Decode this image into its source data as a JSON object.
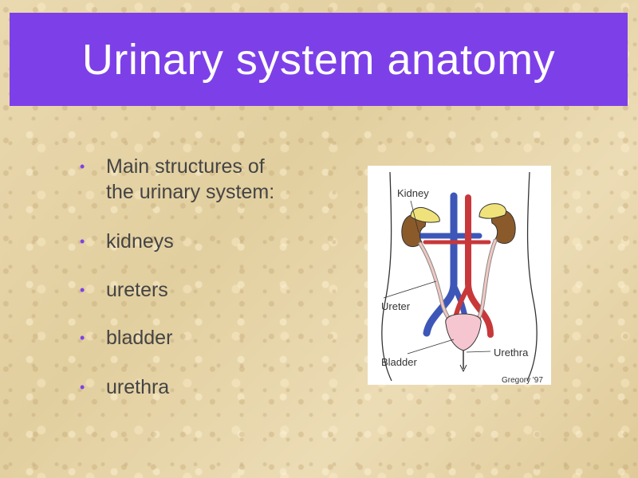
{
  "slide": {
    "title": "Urinary system anatomy",
    "colors": {
      "title_bar": "#7d40e8",
      "bullet": "#7d40e8",
      "text": "#444444",
      "background": "#e8d7ad"
    },
    "bullets": [
      {
        "line1": "Main structures of",
        "line2": "the urinary system:"
      },
      {
        "line1": "kidneys"
      },
      {
        "line1": "ureters"
      },
      {
        "line1": "bladder"
      },
      {
        "line1": "urethra"
      }
    ],
    "bullet_glyph": "•"
  },
  "diagram": {
    "labels": {
      "kidney": "Kidney",
      "ureter": "Ureter",
      "bladder": "Bladder",
      "urethra": "Urethra",
      "credit": "Gregory '97"
    },
    "colors": {
      "kidney": "#8b5a2b",
      "adrenal": "#f0e27a",
      "vein": "#3d57b8",
      "artery": "#c8383a",
      "ureter": "#f1c8c2",
      "bladder": "#f5c6cf"
    }
  }
}
